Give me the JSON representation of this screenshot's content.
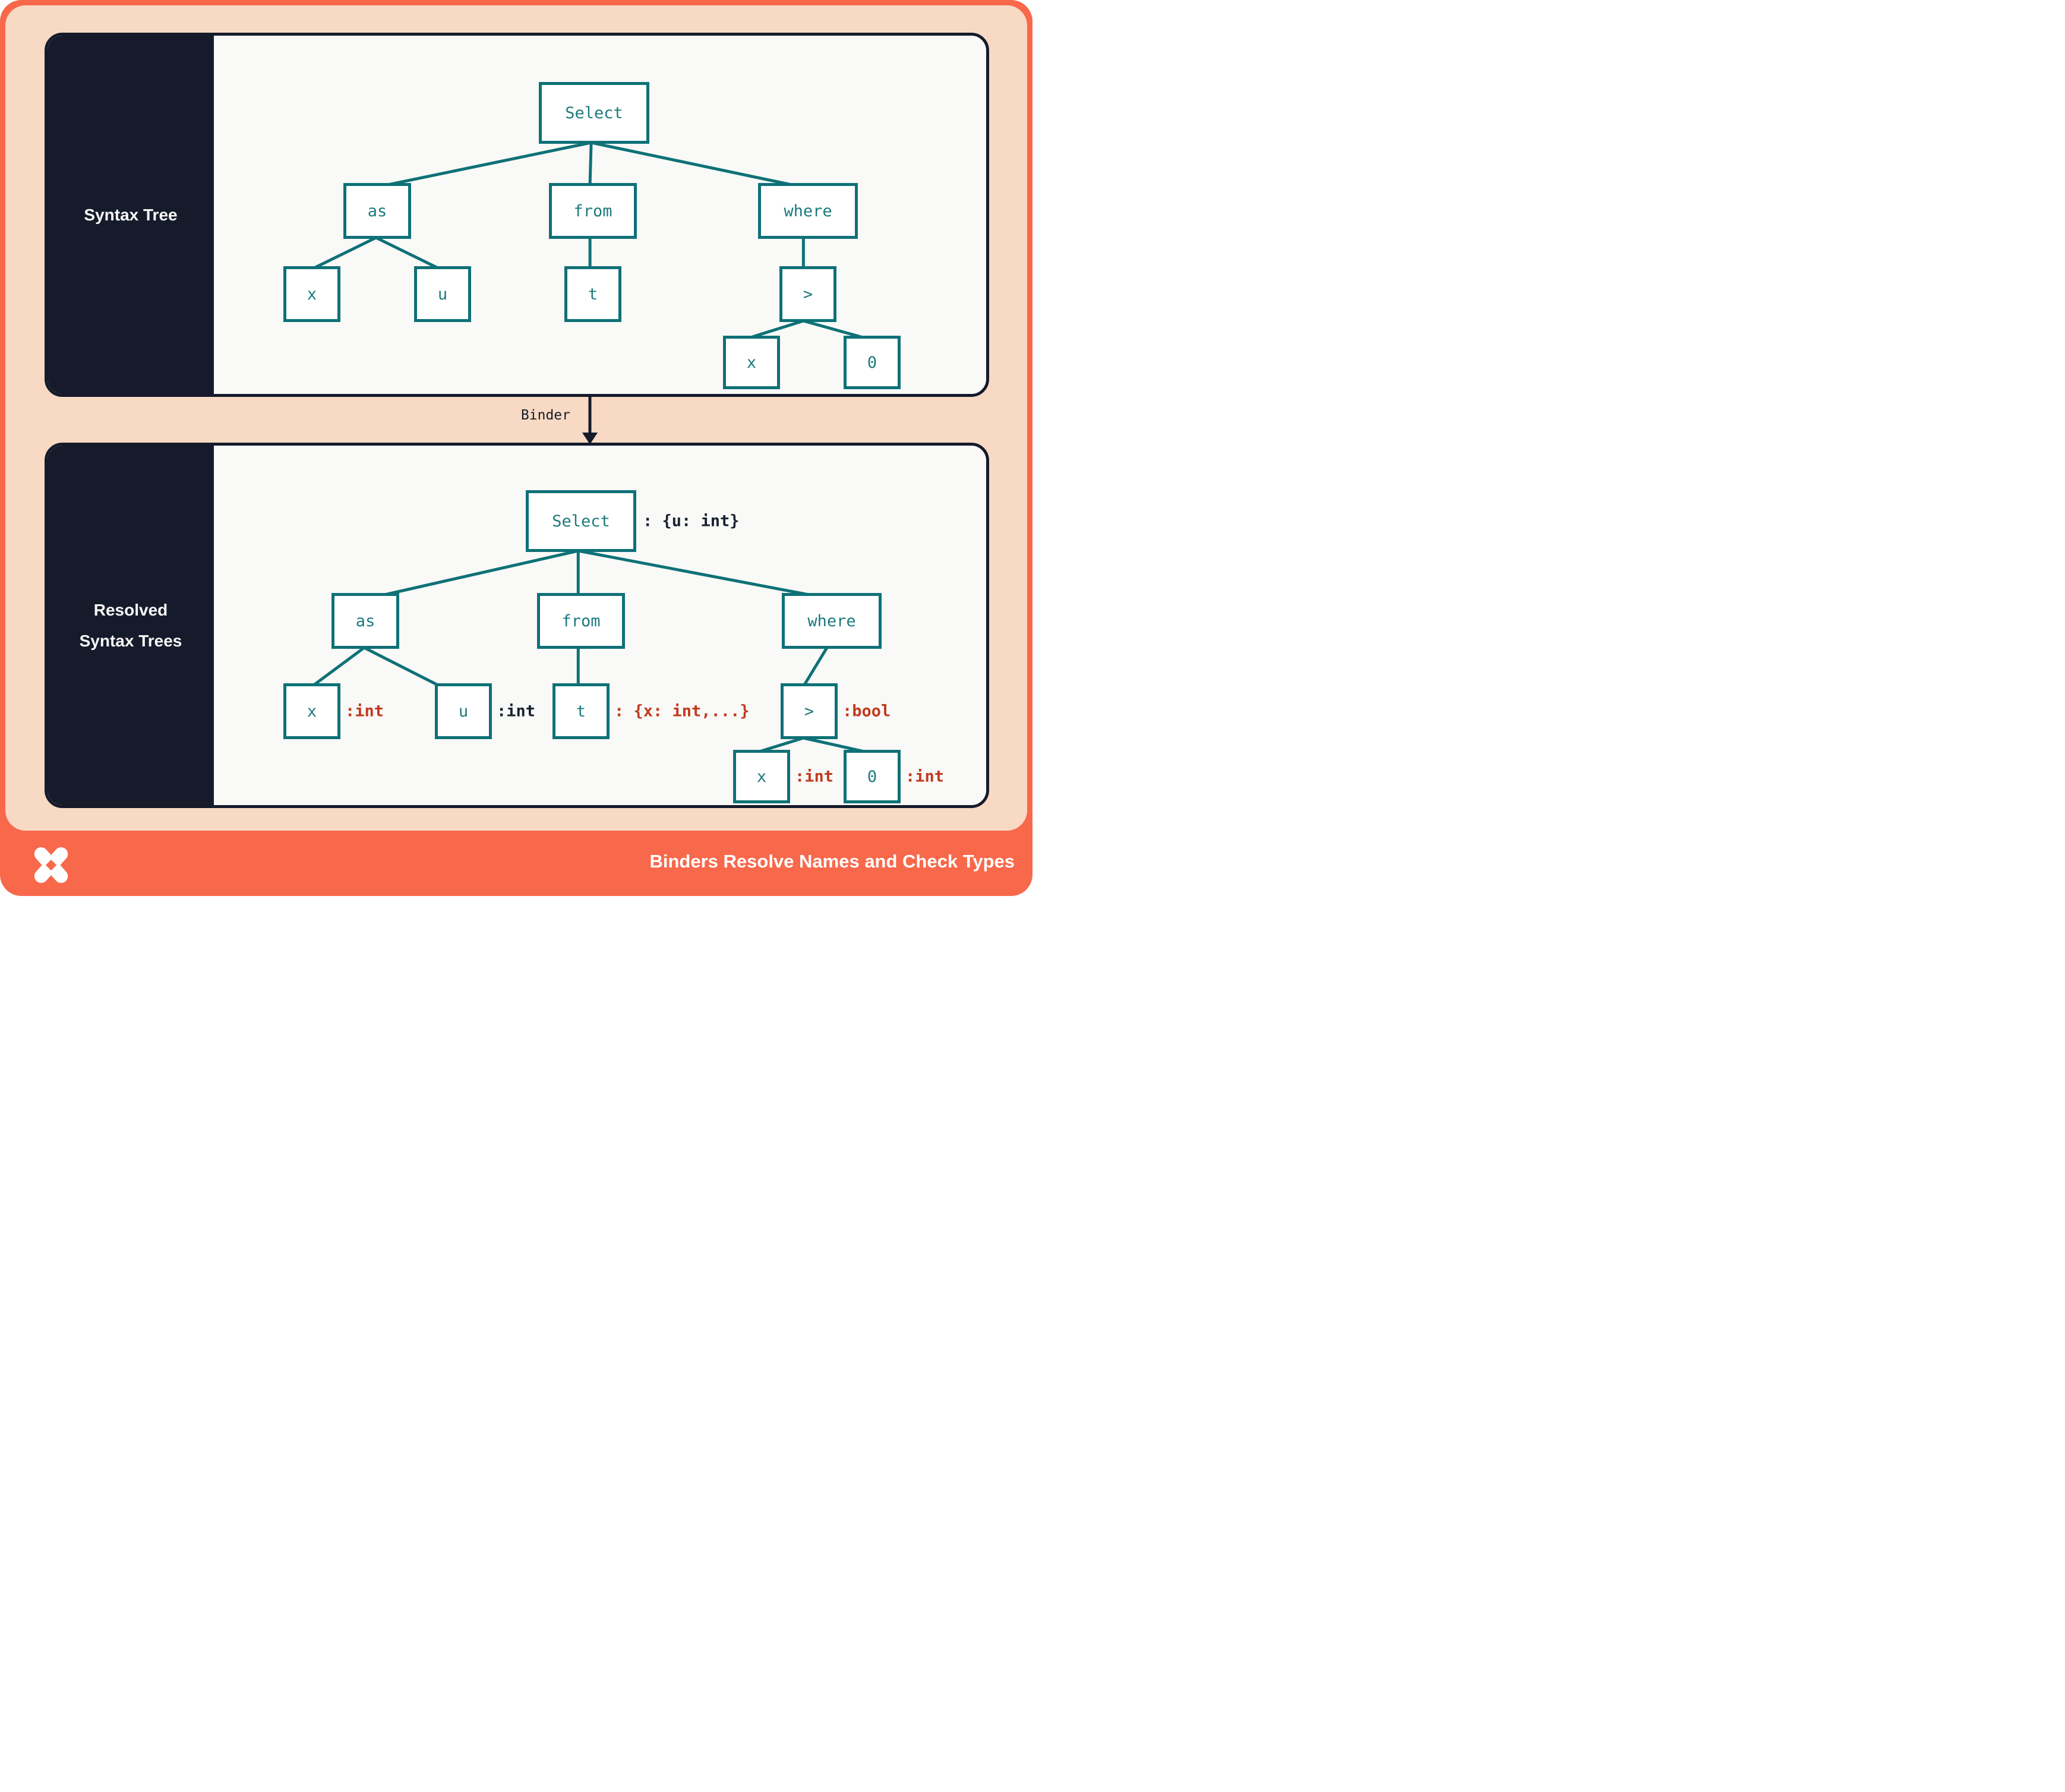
{
  "colors": {
    "coral": "#f8684b",
    "peach": "#f8d9c3",
    "navy": "#151b2b",
    "panel_background": "#f9f9f7",
    "teal": "#0e7177",
    "annotation_red": "#c23a1e",
    "annotation_navy": "#1a2233",
    "white": "#ffffff"
  },
  "syntax_panel": {
    "label": "Syntax Tree",
    "nodes": {
      "select": "Select",
      "as": "as",
      "from": "from",
      "where": "where",
      "x1": "x",
      "u": "u",
      "t": "t",
      "gt": ">",
      "x2": "x",
      "zero": "0"
    }
  },
  "binder": {
    "label": "Binder"
  },
  "resolved_panel": {
    "label_line1": "Resolved",
    "label_line2": "Syntax Trees",
    "nodes": {
      "select": "Select",
      "as": "as",
      "from": "from",
      "where": "where",
      "x1": "x",
      "u": "u",
      "t": "t",
      "gt": ">",
      "x2": "x",
      "zero": "0"
    },
    "annotations": {
      "select": ": {u: int}",
      "x1": ":int",
      "u": ":int",
      "t": ": {x: int,...}",
      "gt": ":bool",
      "x2": ":int",
      "zero": ":int"
    }
  },
  "footer": {
    "title": "Binders Resolve Names and Check Types"
  }
}
